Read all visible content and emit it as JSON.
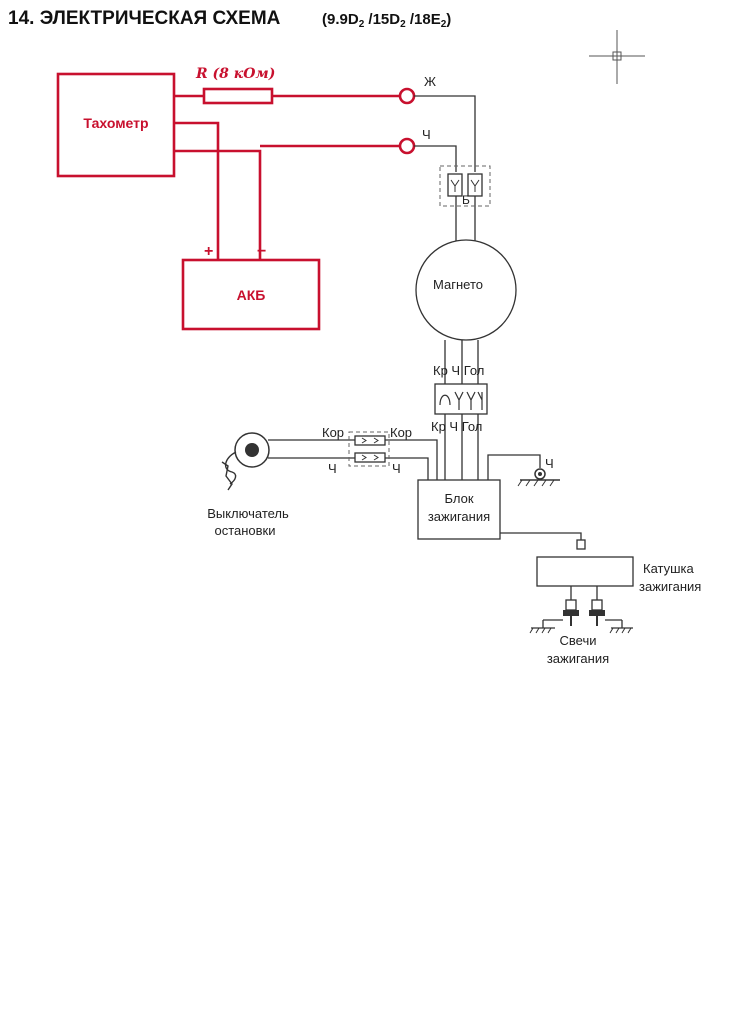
{
  "title": {
    "main": "14. ЭЛЕКТРИЧЕСКАЯ СХЕМА",
    "models_prefix": "(9.9D",
    "models_sub1": "2",
    "models_mid1": " /15D",
    "models_sub2": "2",
    "models_mid2": " /18E",
    "models_sub3": "2",
    "models_suffix": ")"
  },
  "components": {
    "tachometer": "Тахометр",
    "resistor": "R (8 кОм)",
    "battery": "АКБ",
    "battery_plus": "+",
    "battery_minus": "−",
    "magneto": "Магнето",
    "ignition_block_line1": "Блок",
    "ignition_block_line2": "зажигания",
    "coil_line1": "Катушка",
    "coil_line2": "зажигания",
    "plugs_line1": "Свечи",
    "plugs_line2": "зажигания",
    "stop_switch_line1": "Выключатель",
    "stop_switch_line2": "остановки",
    "connector_b": "Б"
  },
  "wire_labels": {
    "yellow": "Ж",
    "black_top": "Ч",
    "magneto_colors": "Кр Ч Гол",
    "block_colors": "Кр Ч Гол",
    "brown_left": "Кор",
    "brown_right": "Кор",
    "black_left": "Ч",
    "black_right": "Ч",
    "ground_black": "Ч"
  },
  "colors": {
    "added_wiring": "#c8102e",
    "original_wiring": "#333333"
  },
  "icons": [
    "crosshair-icon",
    "ground-icon",
    "spark-plug-icon",
    "connector-icon",
    "kill-switch-icon"
  ]
}
